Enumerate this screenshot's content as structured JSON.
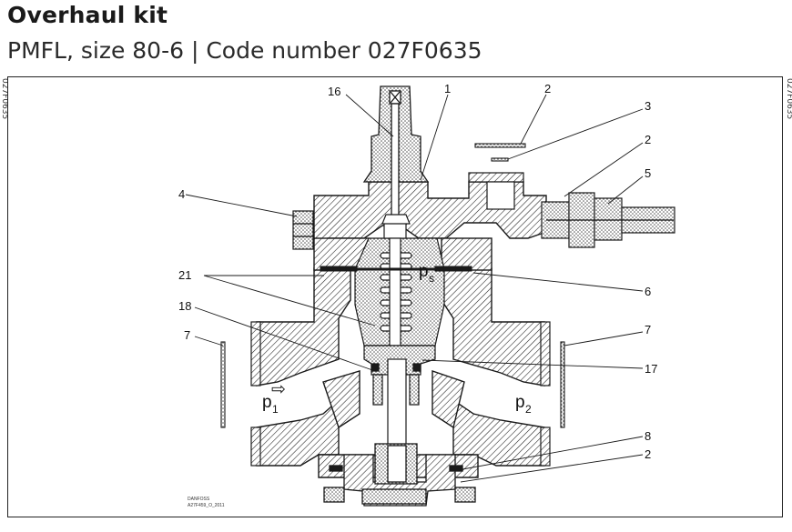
{
  "header": {
    "title": "Overhaul kit",
    "subtitle": "PMFL, size 80-6 | Code number 027F0635"
  },
  "side_codes": {
    "left": "027F0635",
    "right": "027F0635"
  },
  "callouts": [
    "16",
    "1",
    "2",
    "3",
    "2",
    "4",
    "5",
    "21",
    "6",
    "18",
    "7",
    "7",
    "17",
    "8",
    "2"
  ],
  "pressure_labels": {
    "p1": {
      "base": "p",
      "sub": "1"
    },
    "p2": {
      "base": "p",
      "sub": "2"
    },
    "ps": {
      "base": "p",
      "sub": "s"
    }
  },
  "flow_arrow": "⇨",
  "drawing_stamp": {
    "line1": "DANFOSS",
    "line2": "A27F459_O_2011"
  },
  "colors": {
    "line": "#1a1a1a",
    "hatch": "#1a1a1a",
    "dot": "#555555"
  }
}
